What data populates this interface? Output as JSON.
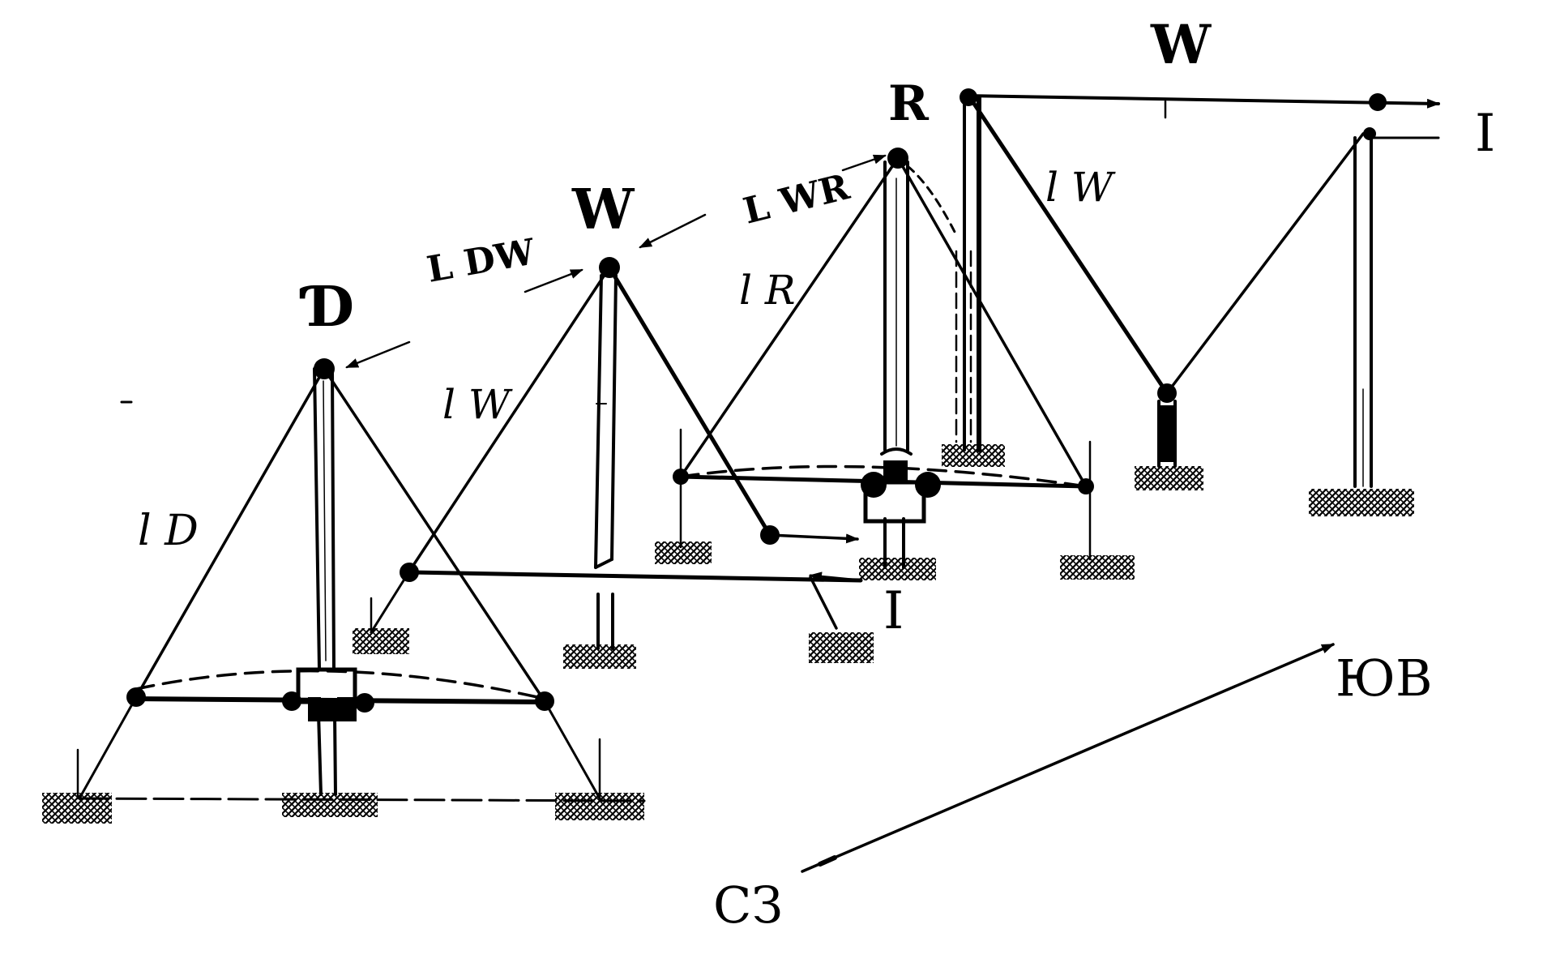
{
  "labels": {
    "mast_d": "Ɗ",
    "mast_w_left": "W",
    "mast_r": "R",
    "mast_w_right": "W",
    "l_dw": "L DW",
    "l_wr": "L WR",
    "l_d": "l D",
    "l_w_left": "l W",
    "l_r": "l R",
    "l_w_right": "l W",
    "section_i_bottom": "I",
    "section_i_top": "I",
    "direction_se": "ЮВ",
    "direction_nw": "СЗ"
  },
  "colors": {
    "ink": "#000000",
    "paper": "#ffffff"
  }
}
